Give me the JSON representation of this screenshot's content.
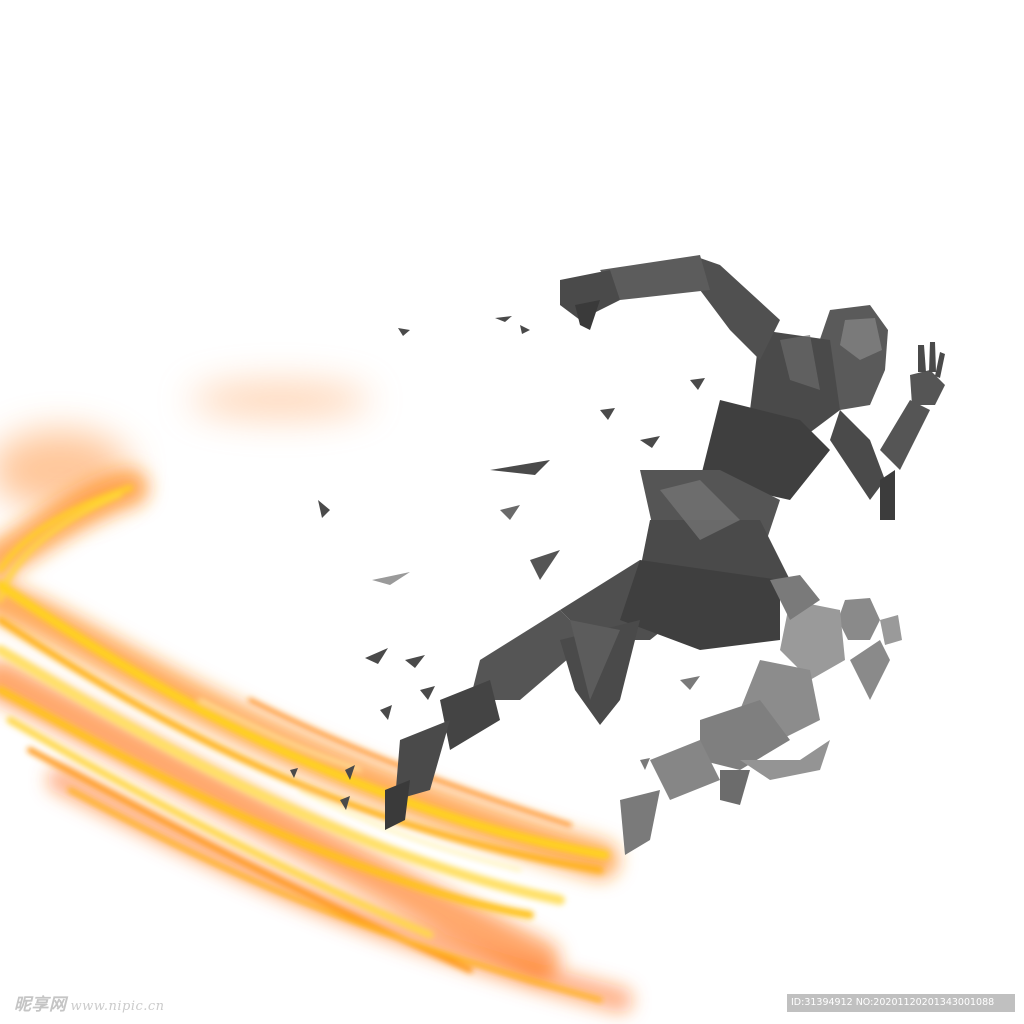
{
  "watermark": {
    "brand": "昵享网",
    "site": "www.nipic.cn"
  },
  "image_id": {
    "text": "ID:31394912 NO:20201120201343001088"
  },
  "colors": {
    "background": "#ffffff",
    "runner_dark": "#4a4a4a",
    "runner_light": "#8a8a8a",
    "streak_yellow": "#ffd21a",
    "streak_orange": "#ff7a1a"
  }
}
